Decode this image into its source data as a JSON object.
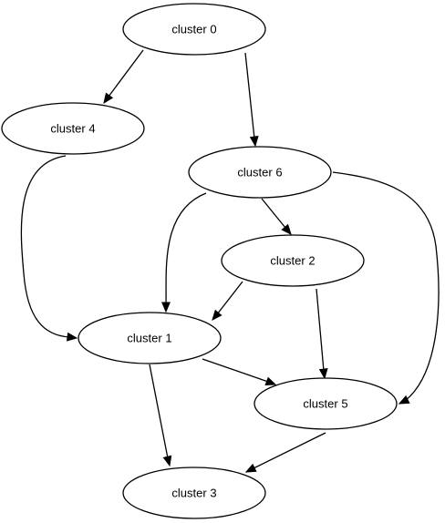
{
  "diagram": {
    "type": "directed-graph",
    "colors": {
      "background": "#ffffff",
      "stroke": "#000000",
      "text": "#000000"
    },
    "nodes": [
      {
        "id": "c0",
        "label": "cluster 0"
      },
      {
        "id": "c4",
        "label": "cluster 4"
      },
      {
        "id": "c6",
        "label": "cluster 6"
      },
      {
        "id": "c2",
        "label": "cluster 2"
      },
      {
        "id": "c1",
        "label": "cluster 1"
      },
      {
        "id": "c5",
        "label": "cluster 5"
      },
      {
        "id": "c3",
        "label": "cluster 3"
      }
    ],
    "edges": [
      {
        "from": "c0",
        "to": "c4"
      },
      {
        "from": "c0",
        "to": "c6"
      },
      {
        "from": "c4",
        "to": "c1"
      },
      {
        "from": "c6",
        "to": "c2"
      },
      {
        "from": "c6",
        "to": "c1"
      },
      {
        "from": "c6",
        "to": "c5"
      },
      {
        "from": "c2",
        "to": "c1"
      },
      {
        "from": "c2",
        "to": "c5"
      },
      {
        "from": "c1",
        "to": "c5"
      },
      {
        "from": "c1",
        "to": "c3"
      },
      {
        "from": "c5",
        "to": "c3"
      }
    ]
  }
}
